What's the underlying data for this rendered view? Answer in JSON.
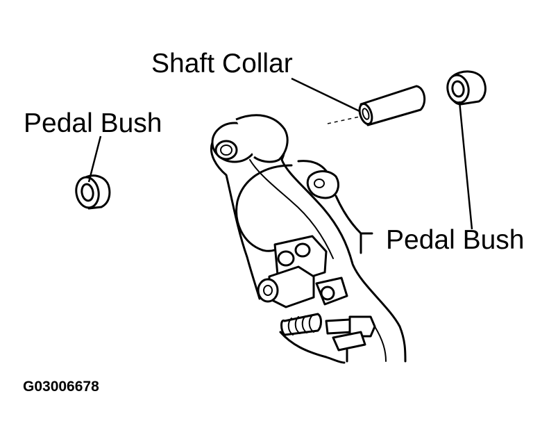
{
  "labels": {
    "shaft_collar": "Shaft Collar",
    "pedal_bush_left": "Pedal Bush",
    "pedal_bush_right": "Pedal Bush"
  },
  "figure_code": "G03006678"
}
